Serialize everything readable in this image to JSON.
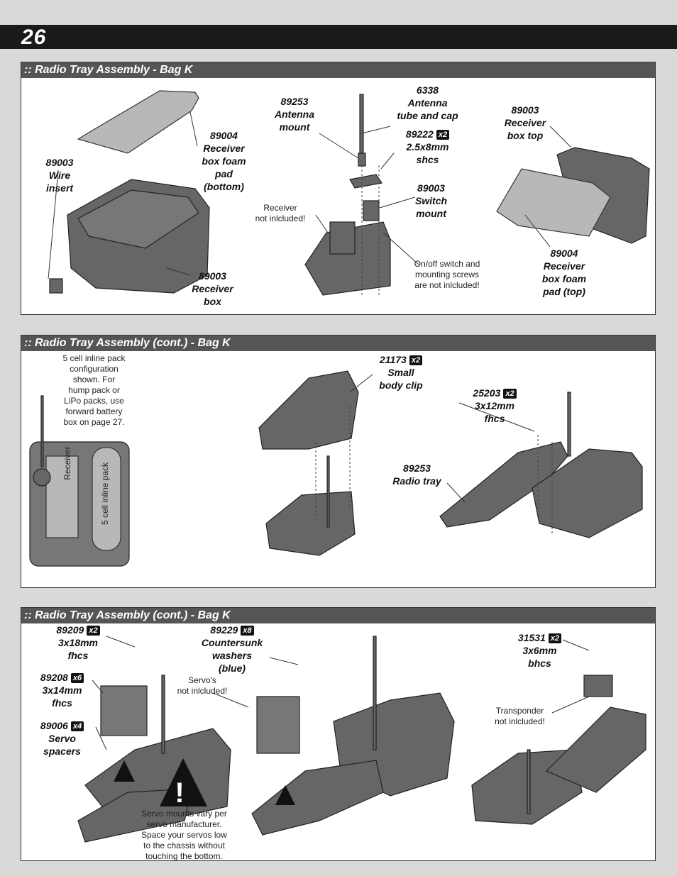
{
  "page_number": "26",
  "sections": [
    {
      "title": ":: Radio Tray Assembly - Bag K",
      "labels": [
        {
          "pn": "89003",
          "desc": "Wire\ninsert"
        },
        {
          "pn": "89004",
          "desc": "Receiver\nbox foam\npad\n(bottom)"
        },
        {
          "pn": "89003",
          "desc": "Receiver\nbox"
        },
        {
          "pn": "89253",
          "desc": "Antenna\nmount"
        },
        {
          "pn": "6338",
          "desc": "Antenna\ntube and cap"
        },
        {
          "pn": "89222",
          "qty": "x2",
          "desc": "2.5x8mm\nshcs"
        },
        {
          "pn": "89003",
          "desc": "Switch\nmount"
        },
        {
          "pn": "89003",
          "desc": "Receiver\nbox top"
        },
        {
          "pn": "89004",
          "desc": "Receiver\nbox foam\npad (top)"
        }
      ],
      "notes": [
        "Receiver\nnot inlcluded!",
        "On/off switch and\nmounting screws\nare not inlcluded!"
      ]
    },
    {
      "title": ":: Radio Tray Assembly (cont.) - Bag K",
      "notes": [
        "5 cell inline pack\nconfiguration\nshown.  For\nhump pack or\nLiPo packs, use\nforward battery\nbox on page 27."
      ],
      "image_text": [
        "Receiver",
        "5 cell inline pack"
      ],
      "labels": [
        {
          "pn": "21173",
          "qty": "x2",
          "desc": "Small\nbody clip"
        },
        {
          "pn": "25203",
          "qty": "x2",
          "desc": "3x12mm\nfhcs"
        },
        {
          "pn": "89253",
          "desc": "Radio tray"
        }
      ]
    },
    {
      "title": ":: Radio Tray Assembly (cont.) - Bag K",
      "labels": [
        {
          "pn": "89209",
          "qty": "x2",
          "desc": "3x18mm\nfhcs"
        },
        {
          "pn": "89208",
          "qty": "x6",
          "desc": "3x14mm\nfhcs"
        },
        {
          "pn": "89006",
          "qty": "x4",
          "desc": "Servo\nspacers"
        },
        {
          "pn": "89229",
          "qty": "x8",
          "desc": "Countersunk\nwashers\n(blue)"
        },
        {
          "pn": "31531",
          "qty": "x2",
          "desc": "3x6mm\nbhcs"
        }
      ],
      "notes": [
        "Servo's\nnot inlcluded!",
        "Servo mounts vary per\nservo manufacturer.\nSpace your servos low\nto the chassis without\ntouching the bottom.",
        "Transponder\nnot inlcluded!"
      ]
    }
  ],
  "icons": [
    "warning-triangle-icon"
  ]
}
